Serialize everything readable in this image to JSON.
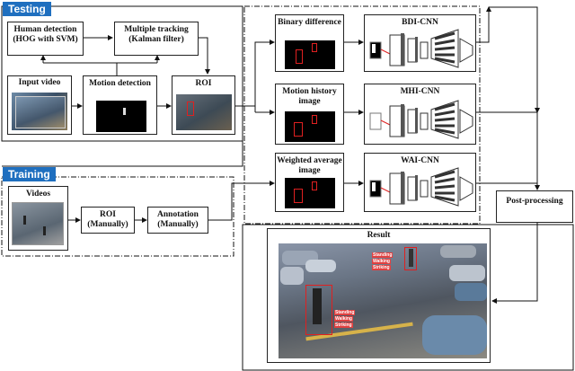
{
  "sections": {
    "testing": "Testing",
    "training": "Training"
  },
  "testing": {
    "human_detection": "Human detection (HOG with SVM)",
    "multiple_tracking": "Multiple tracking (Kalman filter)",
    "input_video": "Input video",
    "motion_detection": "Motion detection",
    "roi": "ROI"
  },
  "features": {
    "binary_difference": "Binary difference",
    "motion_history": "Motion history image",
    "weighted_average": "Weighted average image"
  },
  "cnns": {
    "bdi": "BDI-CNN",
    "mhi": "MHI-CNN",
    "wai": "WAI-CNN"
  },
  "training": {
    "videos": "Videos",
    "roi": "ROI (Manually)",
    "annotation": "Annotation (Manually)"
  },
  "post": "Post-processing",
  "result": {
    "title": "Result",
    "labels_a": [
      "Standing",
      "Walking",
      "Striking"
    ],
    "labels_b": [
      "Standing",
      "Walking",
      "Striking"
    ]
  }
}
